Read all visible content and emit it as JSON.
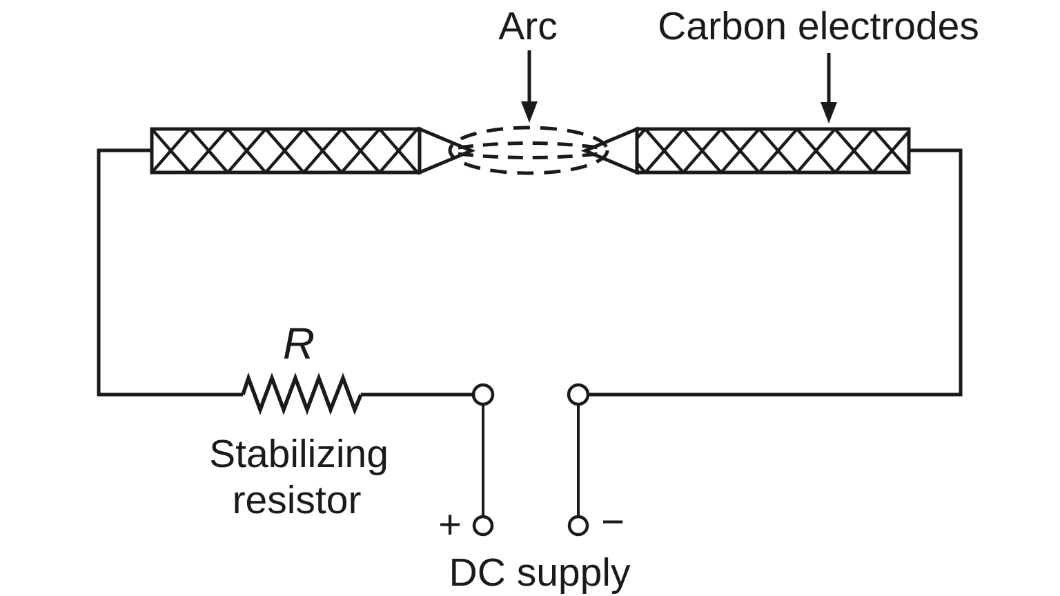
{
  "diagram": {
    "type": "circuit-diagram",
    "subject": "Carbon arc lamp circuit",
    "labels": {
      "arc": "Arc",
      "electrodes": "Carbon electrodes",
      "resistor_symbol": "R",
      "resistor_line1": "Stabilizing",
      "resistor_line2": "resistor",
      "supply": "DC supply",
      "positive": "+",
      "negative": "−"
    },
    "colors": {
      "line": "#1a1a1a",
      "background": "#ffffff"
    }
  }
}
